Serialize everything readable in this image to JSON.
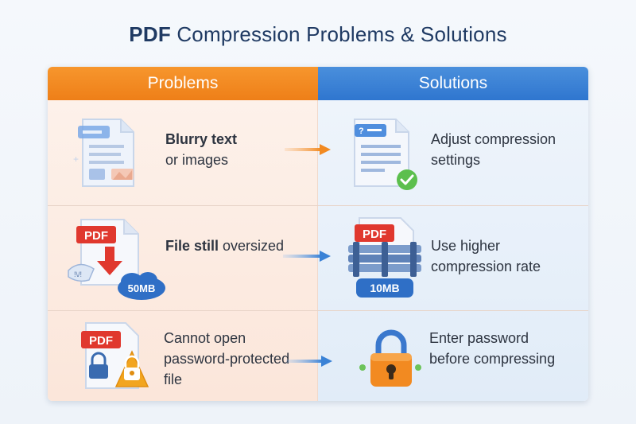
{
  "title": {
    "bold": "PDF",
    "rest": " Compression Problems & Solutions"
  },
  "headers": {
    "problems": "Problems",
    "solutions": "Solutions"
  },
  "rows": [
    {
      "problem": {
        "line1_bold": "Blurry text",
        "line2": "or images"
      },
      "solution": {
        "line1": "Adjust compression",
        "line2": "settings"
      }
    },
    {
      "problem": {
        "bold": "File still",
        "rest": " oversized",
        "badge": "50MB",
        "pdf_label": "PDF"
      },
      "solution": {
        "line1": "Use higher",
        "line2": "compression rate",
        "badge": "10MB",
        "pdf_label": "PDF"
      }
    },
    {
      "problem": {
        "line1": "Cannot open",
        "line2": "password-protected",
        "line3": "file",
        "pdf_label": "PDF"
      },
      "solution": {
        "line1": "Enter password",
        "line2": "before compressing"
      }
    }
  ],
  "colors": {
    "orange": "#f28a21",
    "blue": "#3a82d6",
    "title": "#1f3a63",
    "red": "#e0382e"
  }
}
